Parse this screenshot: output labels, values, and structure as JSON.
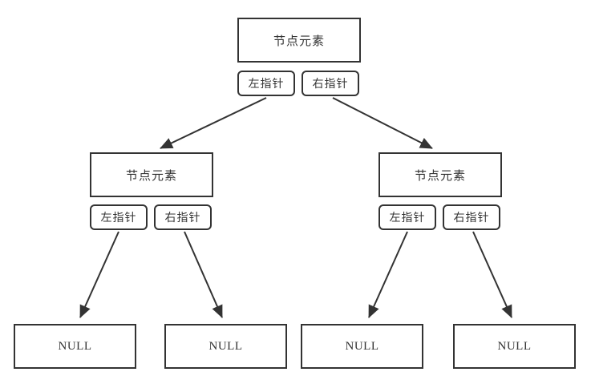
{
  "diagram": {
    "type": "binary-tree-node-structure",
    "colors": {
      "background": "#ffffff",
      "stroke": "#333333",
      "text": "#333333"
    },
    "root": {
      "element_label": "节点元素",
      "left_pointer_label": "左指针",
      "right_pointer_label": "右指针"
    },
    "left_child": {
      "element_label": "节点元素",
      "left_pointer_label": "左指针",
      "right_pointer_label": "右指针"
    },
    "right_child": {
      "element_label": "节点元素",
      "left_pointer_label": "左指针",
      "right_pointer_label": "右指针"
    },
    "leaves": [
      {
        "label": "NULL"
      },
      {
        "label": "NULL"
      },
      {
        "label": "NULL"
      },
      {
        "label": "NULL"
      }
    ]
  }
}
